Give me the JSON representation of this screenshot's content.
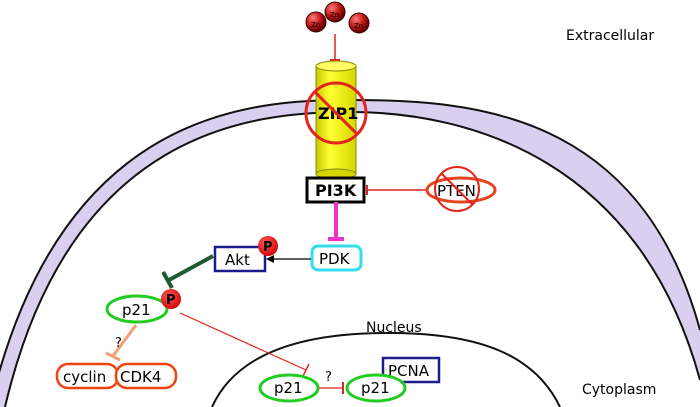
{
  "regions": {
    "extracellular": "Extracellular",
    "cytoplasm": "Cytoplasm",
    "nucleus": "Nucleus"
  },
  "ions": {
    "label": "Zn"
  },
  "nodes": {
    "zip1": "ZIP1",
    "pi3k": "PI3K",
    "pten": "PTEN",
    "pdk": "PDK",
    "akt": "Akt",
    "p21_cyto": "p21",
    "cyclin": "cyclin",
    "cdk4": "CDK4",
    "p21_nuc_left": "p21",
    "p21_nuc_right": "p21",
    "pcna": "PCNA"
  },
  "phospho": {
    "akt": "P",
    "p21": "P"
  },
  "unknowns": {
    "cyclin_link": "?",
    "nuclear_link": "?"
  },
  "colors": {
    "membrane_fill": "#d9cfee",
    "zip1_fill": "#ffff00",
    "inhibit_red": "#e2241b",
    "pink": "#ee33cc",
    "dark_green": "#1f5a30",
    "green": "#22cc22",
    "cyan": "#33ddee",
    "navy": "#1c1c8a",
    "orange_red": "#ee4411",
    "salmon": "#f4a070",
    "ion_red": "#b01818"
  }
}
